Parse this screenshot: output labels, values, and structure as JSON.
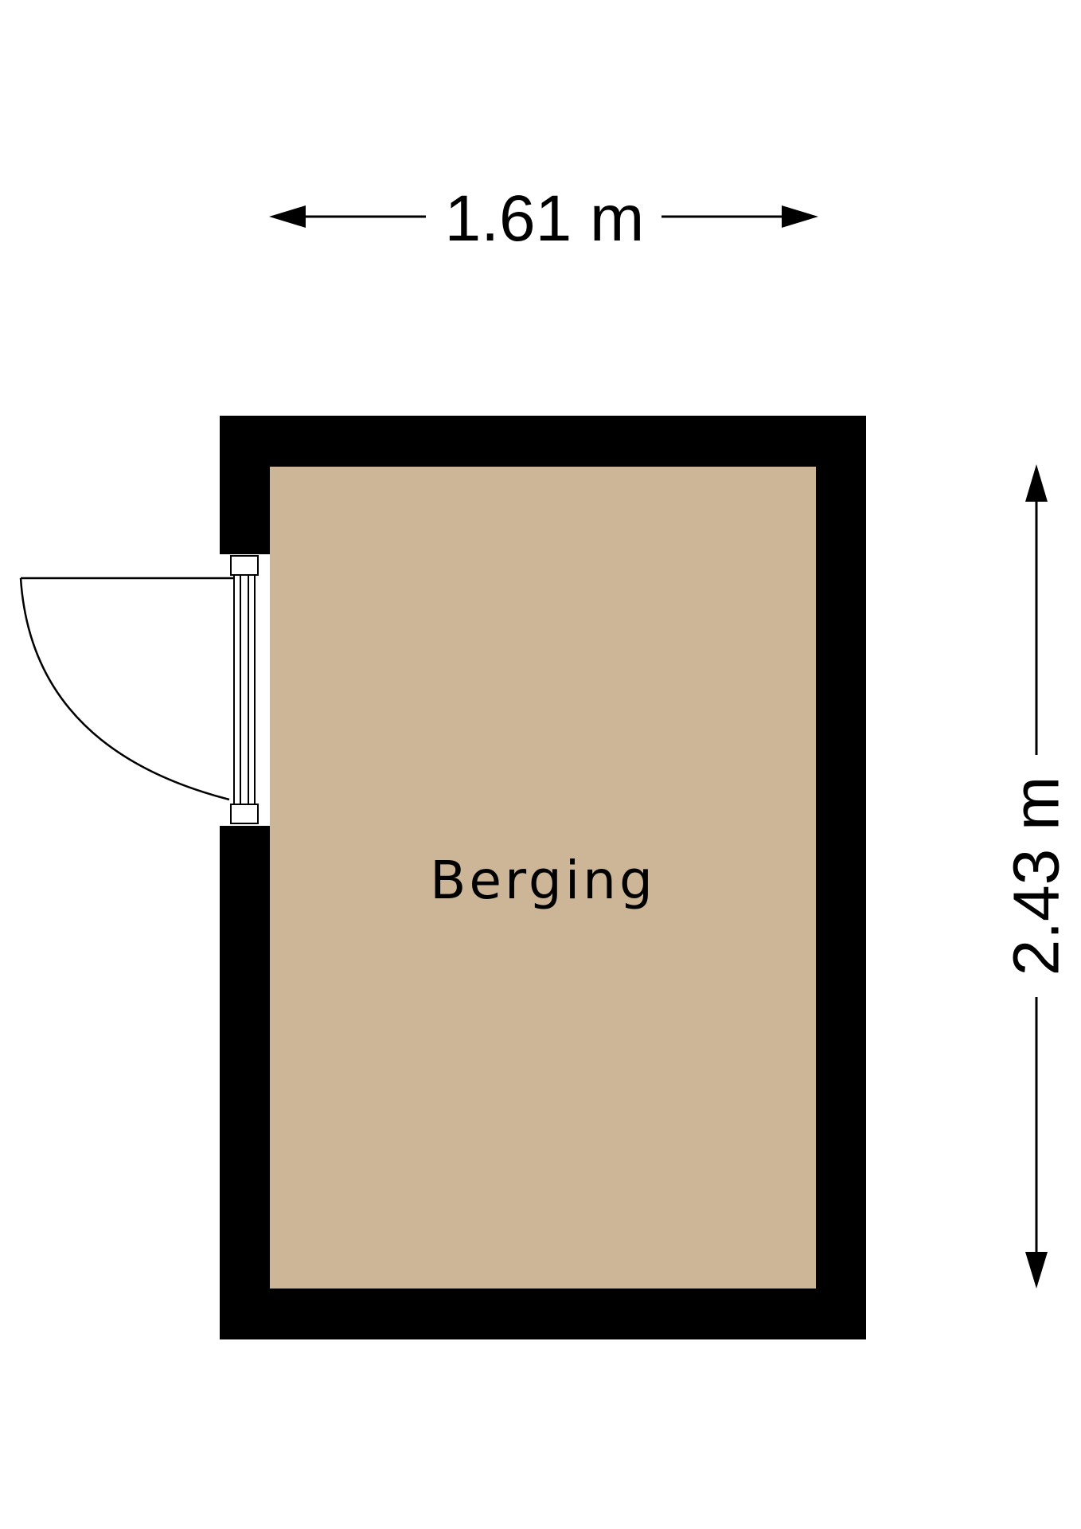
{
  "room": {
    "name": "Berging"
  },
  "dimensions": {
    "width_label": "1.61 m",
    "height_label": "2.43 m"
  },
  "colors": {
    "floor": "#cdb698",
    "wall": "#000000",
    "background": "#ffffff"
  }
}
